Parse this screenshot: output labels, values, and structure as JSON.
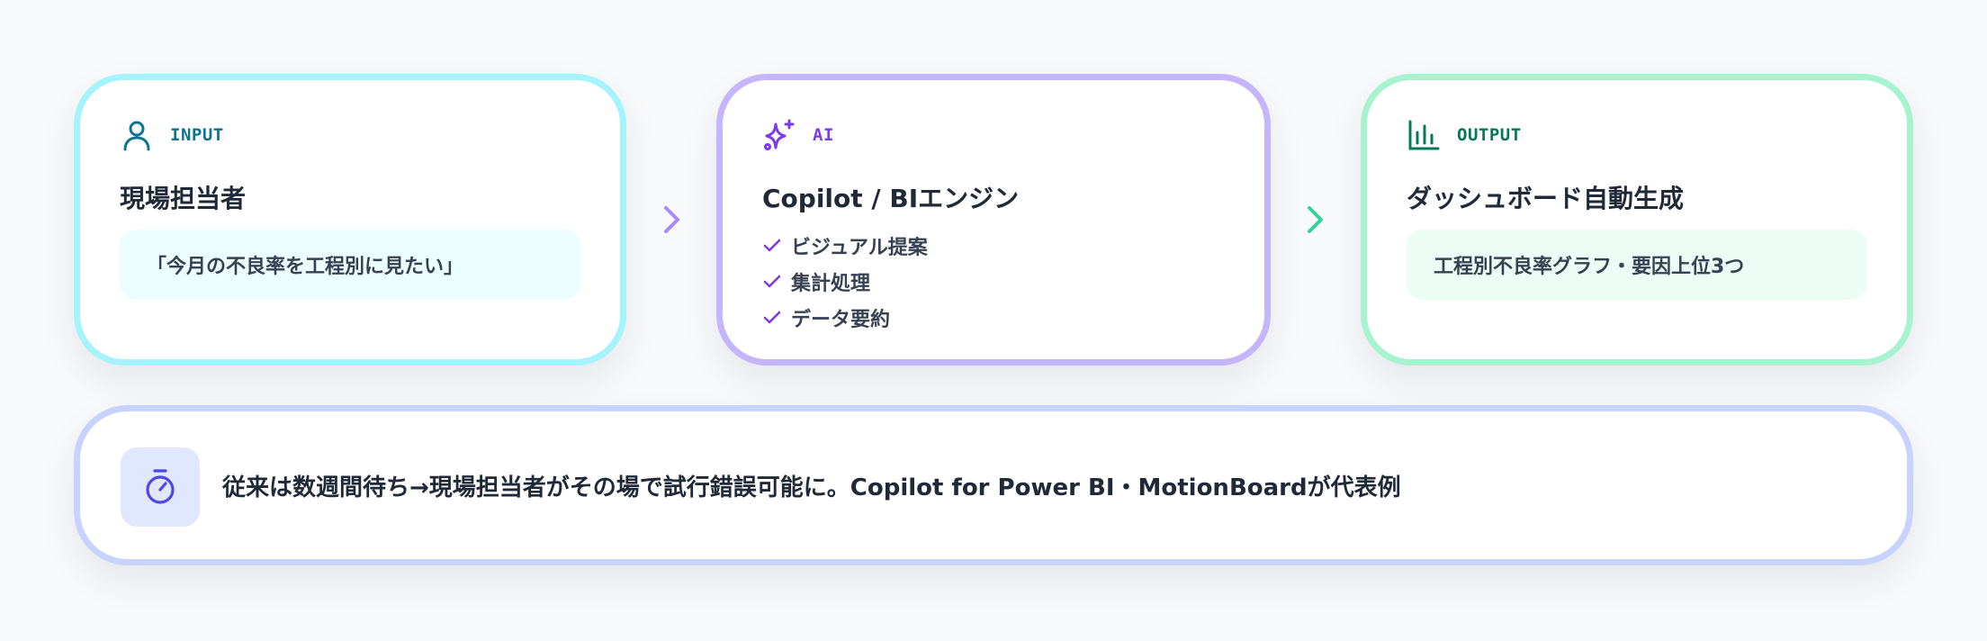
{
  "input_card": {
    "tag": "INPUT",
    "title": "現場担当者",
    "quote": "「今月の不良率を工程別に見たい」",
    "icon": "user-icon",
    "accent": "#0e7490",
    "border": "#a5f3fc"
  },
  "ai_card": {
    "tag": "AI",
    "title": "Copilot / BIエンジン",
    "icon": "sparkle-icon",
    "accent": "#7c3aed",
    "border": "#c4b5fd",
    "items": [
      {
        "label": "ビジュアル提案",
        "icon": "check-icon"
      },
      {
        "label": "集計処理",
        "icon": "check-icon"
      },
      {
        "label": "データ要約",
        "icon": "check-icon"
      }
    ]
  },
  "output_card": {
    "tag": "OUTPUT",
    "title": "ダッシュボード自動生成",
    "result": "工程別不良率グラフ・要因上位3つ",
    "icon": "bar-chart-icon",
    "accent": "#047857",
    "border": "#a7f3d0"
  },
  "connectors": [
    {
      "icon": "chevron-right-icon",
      "color": "#a78bfa"
    },
    {
      "icon": "chevron-right-icon",
      "color": "#34d399"
    }
  ],
  "note": {
    "text": "従来は数週間待ち→現場担当者がその場で試行錯誤可能に。Copilot for Power BI・MotionBoardが代表例",
    "icon": "stopwatch-icon",
    "accent": "#4f46e5",
    "border": "#c7d2fe"
  }
}
